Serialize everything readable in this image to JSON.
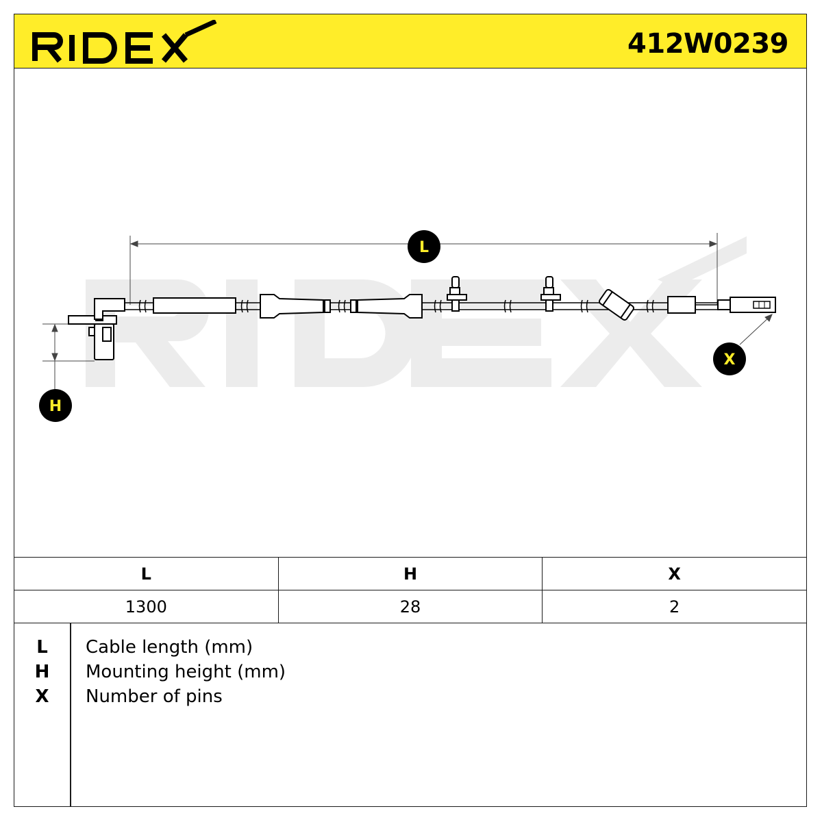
{
  "header": {
    "brand": "RIDEX",
    "part_number": "412W0239",
    "background_color": "#ffed29"
  },
  "drawing": {
    "watermark": "RIDEX",
    "dimension_badges": {
      "length": "L",
      "height": "H",
      "pins": "X"
    }
  },
  "specs": {
    "headers": [
      "L",
      "H",
      "X"
    ],
    "values": [
      "1300",
      "28",
      "2"
    ]
  },
  "legend": [
    {
      "key": "L",
      "description": "Cable length (mm)"
    },
    {
      "key": "H",
      "description": "Mounting height (mm)"
    },
    {
      "key": "X",
      "description": "Number of pins"
    }
  ]
}
